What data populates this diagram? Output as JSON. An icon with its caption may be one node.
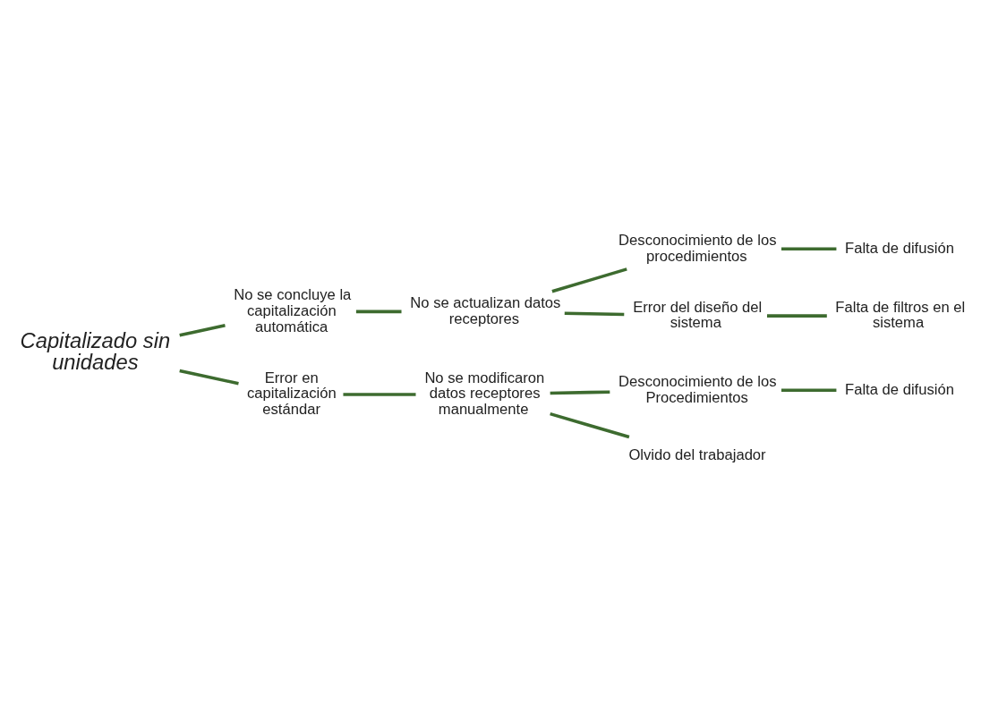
{
  "diagram": {
    "nodes": [
      {
        "text": [
          "Capitalizado sin unidades"
        ]
      },
      {
        "text": [
          "No se concluye la capitalización automática"
        ]
      },
      {
        "text": [
          "No se actualizan datos receptores"
        ]
      },
      {
        "text": [
          "Desconocimiento de los procedimientos"
        ]
      },
      {
        "text": [
          "Falta de difusión"
        ]
      },
      {
        "text": [
          "Error del diseño del sistema"
        ]
      },
      {
        "text": [
          "Falta de filtros en el sistema"
        ]
      },
      {
        "text": [
          "Error en capitalización estándar"
        ]
      },
      {
        "text": [
          "No se modificaron datos receptores manualmente"
        ]
      },
      {
        "text": [
          "Desconocimiento de los Procedimientos"
        ]
      },
      {
        "text": [
          "Falta de difusión"
        ]
      },
      {
        "text": [
          "Olvido del trabajador"
        ]
      }
    ],
    "edges": [
      {
        "from": 0,
        "to": 1,
        "arrow": "none"
      },
      {
        "from": 0,
        "to": 7,
        "arrow": "none"
      },
      {
        "from": 1,
        "to": 2,
        "arrow": "none"
      },
      {
        "from": 2,
        "to": 3,
        "arrow": "none"
      },
      {
        "from": 2,
        "to": 5,
        "arrow": "none"
      },
      {
        "from": 3,
        "to": 4,
        "arrow": "none"
      },
      {
        "from": 5,
        "to": 6,
        "arrow": "none"
      },
      {
        "from": 7,
        "to": 8,
        "arrow": "none"
      },
      {
        "from": 8,
        "to": 9,
        "arrow": "none"
      },
      {
        "from": 8,
        "to": 11,
        "arrow": "none"
      },
      {
        "from": 9,
        "to": 10,
        "arrow": "none"
      }
    ]
  }
}
